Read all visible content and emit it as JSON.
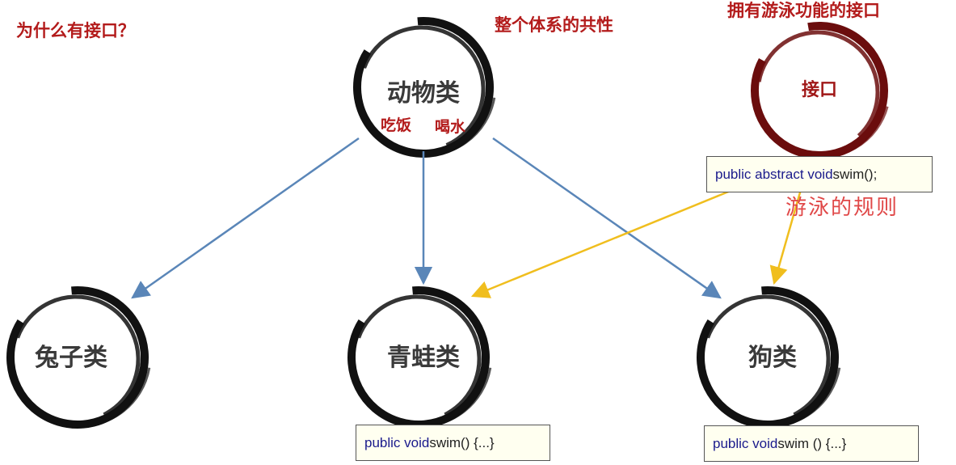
{
  "titles": {
    "why_interface": "为什么有接口？",
    "commonality": "整个体系的共性",
    "swim_interface": "拥有游泳功能的接口"
  },
  "nodes": {
    "animal": {
      "label": "动物类",
      "sub_left": "吃饭",
      "sub_right": "喝水"
    },
    "interface": {
      "label": "接口"
    },
    "rabbit": {
      "label": "兔子类"
    },
    "frog": {
      "label": "青蛙类"
    },
    "dog": {
      "label": "狗类"
    }
  },
  "code": {
    "interface_method": {
      "kw": "public abstract void",
      "rest": " swim();"
    },
    "frog_method": {
      "kw": "public void",
      "rest": " swim() {...}"
    },
    "dog_method": {
      "kw": "public void",
      "rest": " swim () {...}"
    }
  },
  "annotations": {
    "swim_rule": "游泳的规则"
  },
  "colors": {
    "title_red": "#b31b1b",
    "inheritance_arrow": "#5a86b8",
    "implements_arrow": "#f0be1e",
    "ink_black": "#111111",
    "ink_red": "#6b0d0d",
    "handwriting": "#e04848"
  }
}
